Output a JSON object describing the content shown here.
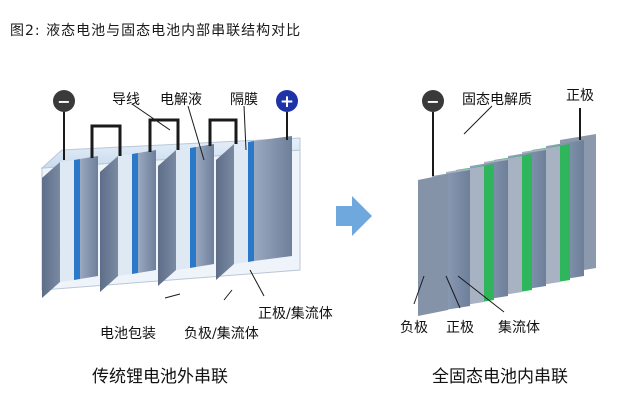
{
  "figure": {
    "title": "图2: 液态电池与固态电池内部串联结构对比"
  },
  "left_panel": {
    "caption": "传统锂电池外串联",
    "labels": {
      "wire": "导线",
      "electrolyte": "电解液",
      "separator": "隔膜",
      "packaging": "电池包装",
      "anode": "负极/集流体",
      "cathode": "正极/集流体"
    },
    "terminals": {
      "negative": "−",
      "positive": "+"
    }
  },
  "right_panel": {
    "caption": "全固态电池内串联",
    "labels": {
      "solid_electrolyte": "固态电解质",
      "anode": "负极",
      "cathode": "正极",
      "collector": "集流体",
      "top_right": "正极"
    },
    "terminals": {
      "negative": "−"
    }
  },
  "colors": {
    "plate": "#7d8ea9",
    "plate_dark": "#5d6d86",
    "blue_layer": "#2a78c9",
    "light_layer": "#dfe9f3",
    "green_layer": "#2fb55c",
    "arrow": "#6fa8dc",
    "terminal_neg": "#3a3a3a",
    "terminal_pos": "#1f33a8"
  }
}
